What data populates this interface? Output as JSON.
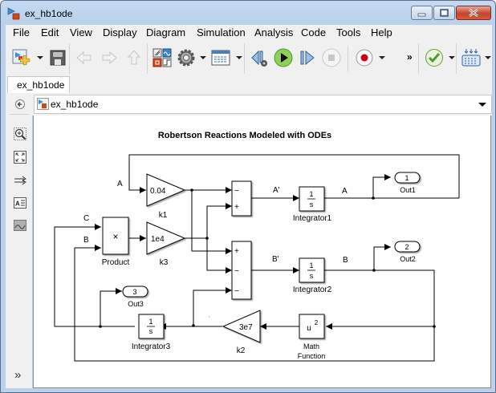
{
  "window": {
    "title": "ex_hb1ode",
    "controls": {
      "minimize": "minimize",
      "maximize": "maximize",
      "close": "close"
    }
  },
  "menu": {
    "items": [
      "File",
      "Edit",
      "View",
      "Display",
      "Diagram",
      "Simulation",
      "Analysis",
      "Code",
      "Tools",
      "Help"
    ]
  },
  "toolbar": {
    "buttons": [
      {
        "icon": "new-model-icon",
        "label": "New"
      },
      {
        "icon": "save-icon",
        "label": "Save"
      },
      {
        "icon": "back-icon",
        "label": "Back"
      },
      {
        "icon": "forward-icon",
        "label": "Forward"
      },
      {
        "icon": "up-icon",
        "label": "Up"
      },
      {
        "icon": "library-browser-icon",
        "label": "Library Browser"
      },
      {
        "icon": "settings-gear-icon",
        "label": "Model Configuration Parameters"
      },
      {
        "icon": "model-explorer-icon",
        "label": "Model Explorer"
      },
      {
        "icon": "step-back-icon",
        "label": "Step Back"
      },
      {
        "icon": "run-icon",
        "label": "Run"
      },
      {
        "icon": "step-forward-icon",
        "label": "Step Forward"
      },
      {
        "icon": "stop-icon",
        "label": "Stop"
      },
      {
        "icon": "record-icon",
        "label": "Record"
      },
      {
        "icon": "more-icon",
        "label": "More"
      },
      {
        "icon": "check-icon",
        "label": "Model Advisor"
      },
      {
        "icon": "build-icon",
        "label": "Build"
      }
    ],
    "overflow_glyph": "»"
  },
  "tabs": [
    {
      "label": "ex_hb1ode",
      "active": true
    }
  ],
  "address": {
    "path": "ex_hb1ode"
  },
  "left_pane": {
    "icons": [
      "back-circle-icon",
      "zoom-in-icon",
      "fit-view-icon",
      "signal-routing-icon",
      "annotation-icon",
      "image-icon"
    ],
    "expand_glyph": "»"
  },
  "diagram": {
    "title": "Robertson Reactions Modeled with ODEs",
    "gains": [
      {
        "id": "k1",
        "value": "0.04",
        "label": "k1"
      },
      {
        "id": "k3",
        "value": "1e4",
        "label": "k3"
      },
      {
        "id": "k2",
        "value": "3e7",
        "label": "k2"
      }
    ],
    "product": {
      "symbol": "×",
      "label": "Product"
    },
    "sums": [
      {
        "id": "sum1",
        "signs": [
          "−",
          "+"
        ]
      },
      {
        "id": "sum2",
        "signs": [
          "+",
          "−",
          "−"
        ]
      }
    ],
    "integrators": [
      {
        "id": "int1",
        "num": "1",
        "den": "s",
        "label": "Integrator1"
      },
      {
        "id": "int2",
        "num": "1",
        "den": "s",
        "label": "Integrator2"
      },
      {
        "id": "int3",
        "num": "1",
        "den": "s",
        "label": "Integrator3"
      }
    ],
    "math_function": {
      "base": "u",
      "exp": "2",
      "label_line1": "Math",
      "label_line2": "Function"
    },
    "outports": [
      {
        "num": "1",
        "label": "Out1"
      },
      {
        "num": "2",
        "label": "Out2"
      },
      {
        "num": "3",
        "label": "Out3"
      }
    ],
    "signal_labels": {
      "a_in": "A",
      "c_in": "C",
      "b_in": "B",
      "a_prime": "A'",
      "a_out": "A",
      "b_prime": "B'",
      "b_out": "B",
      "c_prime": "'"
    }
  }
}
